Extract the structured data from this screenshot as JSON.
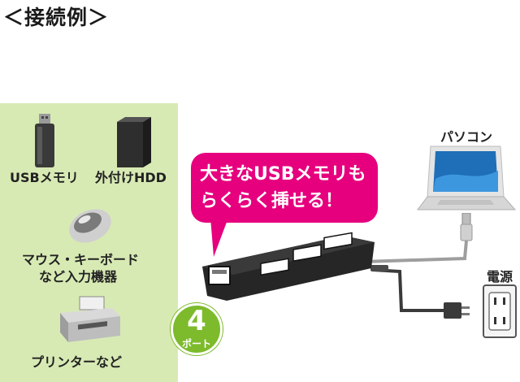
{
  "title": "＜接続例＞",
  "devices": {
    "usb_memory": "USBメモリ",
    "external_hdd": "外付けHDD",
    "mouse_keyboard_line1": "マウス・キーボード",
    "mouse_keyboard_line2": "など入力機器",
    "printer": "プリンターなど"
  },
  "callout": {
    "line1": "大きなUSBメモリも",
    "line2": "らくらく挿せる！"
  },
  "badge": {
    "number": "4",
    "unit": "ポート"
  },
  "pc_label": "パソコン",
  "power_label": "電源",
  "colors": {
    "panel": "#d8eab4",
    "callout": "#e6007e",
    "badge": "#7dbb2c"
  }
}
